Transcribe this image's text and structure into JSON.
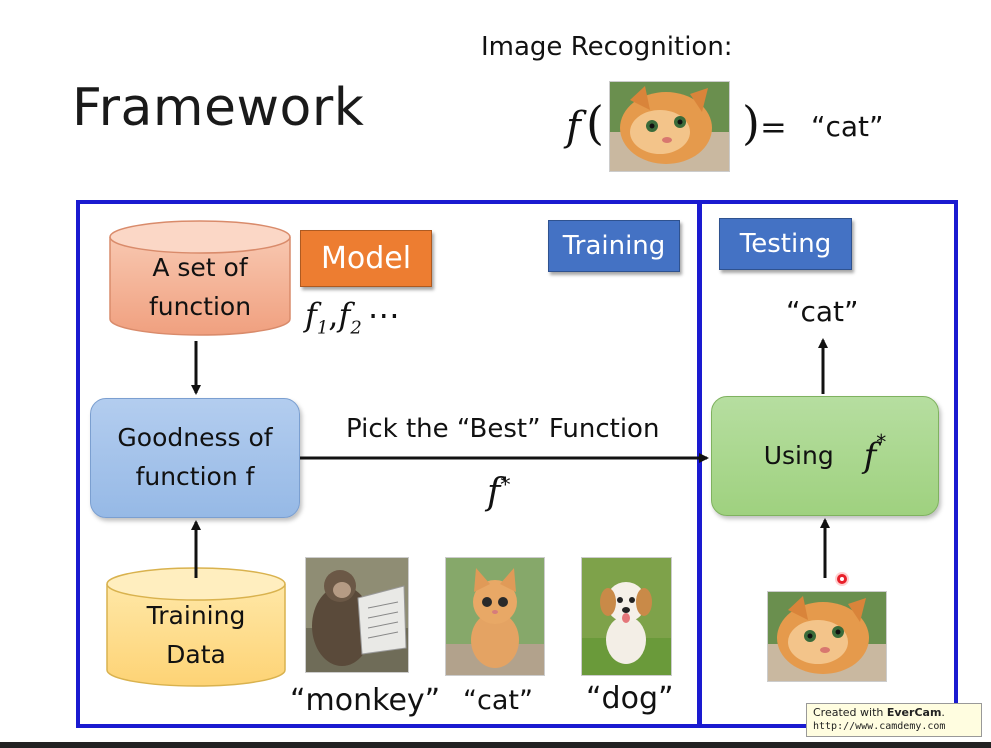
{
  "slide": {
    "title": "Framework",
    "subtitle": "Image Recognition:",
    "recognition": {
      "func": "f",
      "lparen": "(",
      "rparen": ")",
      "equals": "=",
      "result": "“cat”"
    }
  },
  "training": {
    "tag": "Training",
    "model_tag": "Model",
    "set_of_function": {
      "line1": "A set of",
      "line2": "function"
    },
    "function_list": {
      "f1": "f",
      "sub1": "1",
      "comma": ",",
      "f2": "f",
      "sub2": "2",
      "dots": "⋯"
    },
    "goodness": {
      "line1": "Goodness of",
      "line2": "function f"
    },
    "training_data": {
      "line1": "Training",
      "line2": "Data"
    },
    "pick_label": "Pick the “Best” Function",
    "f_star": {
      "f": "f",
      "star": "*"
    },
    "examples": [
      {
        "label": "“monkey”",
        "icon": "monkey-photo"
      },
      {
        "label": "“cat”",
        "icon": "kitten-photo"
      },
      {
        "label": "“dog”",
        "icon": "puppy-photo"
      }
    ]
  },
  "testing": {
    "tag": "Testing",
    "output": "“cat”",
    "using": {
      "text": "Using",
      "f": "f",
      "star": "*"
    },
    "input_icon": "cat-photo"
  },
  "watermark": {
    "line1_prefix": "Created with ",
    "line1_brand": "EverCam",
    "line1_suffix": ".",
    "line2": "http://www.camdemy.com"
  },
  "colors": {
    "frame": "#1a1ad0",
    "tag_blue": "#4472c4",
    "tag_orange": "#ed7d31",
    "cursor": "#e8202a"
  }
}
